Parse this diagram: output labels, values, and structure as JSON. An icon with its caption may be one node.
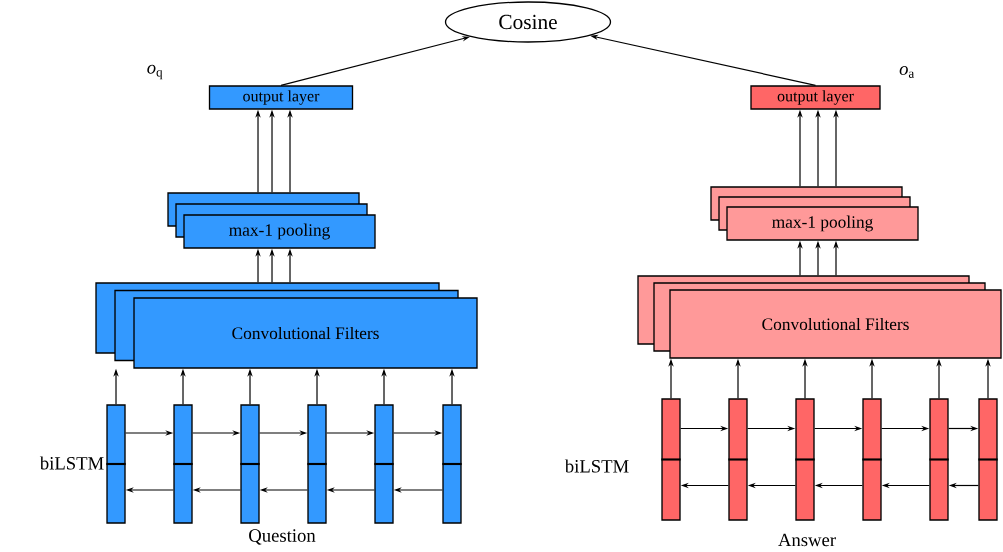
{
  "diagram": {
    "nodes": [
      {
        "text": [
          "Cosine"
        ]
      },
      {
        "text": [
          "output layer"
        ]
      },
      {
        "text": [
          "max-1 pooling"
        ]
      },
      {
        "text": [
          "Convolutional Filters"
        ]
      },
      {
        "text": [],
        "shape": "bar"
      },
      {
        "text": [],
        "shape": "bar"
      },
      {
        "text": [],
        "shape": "bar"
      },
      {
        "text": [],
        "shape": "bar"
      },
      {
        "text": [],
        "shape": "bar"
      },
      {
        "text": [],
        "shape": "bar"
      },
      {
        "text": [
          "output layer"
        ]
      },
      {
        "text": [
          "max-1 pooling"
        ]
      },
      {
        "text": [
          "Convolutional Filters"
        ]
      },
      {
        "text": [],
        "shape": "bar"
      },
      {
        "text": [],
        "shape": "bar"
      },
      {
        "text": [],
        "shape": "bar"
      },
      {
        "text": [],
        "shape": "bar"
      },
      {
        "text": [],
        "shape": "bar"
      },
      {
        "text": [],
        "shape": "bar"
      }
    ],
    "edges": [
      {
        "from": 1,
        "to": 0,
        "arrow": "to"
      },
      {
        "from": 10,
        "to": 0,
        "arrow": "to"
      },
      {
        "from": 2,
        "to": 1,
        "arrow": "to"
      },
      {
        "from": 2,
        "to": 1,
        "arrow": "to"
      },
      {
        "from": 2,
        "to": 1,
        "arrow": "to"
      },
      {
        "from": 3,
        "to": 2,
        "arrow": "to"
      },
      {
        "from": 3,
        "to": 2,
        "arrow": "to"
      },
      {
        "from": 3,
        "to": 2,
        "arrow": "to"
      },
      {
        "from": 4,
        "to": 3,
        "arrow": "to"
      },
      {
        "from": 5,
        "to": 3,
        "arrow": "to"
      },
      {
        "from": 6,
        "to": 3,
        "arrow": "to"
      },
      {
        "from": 7,
        "to": 3,
        "arrow": "to"
      },
      {
        "from": 8,
        "to": 3,
        "arrow": "to"
      },
      {
        "from": 9,
        "to": 3,
        "arrow": "to"
      },
      {
        "from": 4,
        "to": 5,
        "arrow": "to"
      },
      {
        "from": 5,
        "to": 6,
        "arrow": "to"
      },
      {
        "from": 6,
        "to": 7,
        "arrow": "to"
      },
      {
        "from": 7,
        "to": 8,
        "arrow": "to"
      },
      {
        "from": 8,
        "to": 9,
        "arrow": "to"
      },
      {
        "from": 5,
        "to": 4,
        "arrow": "to"
      },
      {
        "from": 6,
        "to": 5,
        "arrow": "to"
      },
      {
        "from": 7,
        "to": 6,
        "arrow": "to"
      },
      {
        "from": 8,
        "to": 7,
        "arrow": "to"
      },
      {
        "from": 9,
        "to": 8,
        "arrow": "to"
      },
      {
        "from": 11,
        "to": 10,
        "arrow": "to"
      },
      {
        "from": 11,
        "to": 10,
        "arrow": "to"
      },
      {
        "from": 11,
        "to": 10,
        "arrow": "to"
      },
      {
        "from": 12,
        "to": 11,
        "arrow": "to"
      },
      {
        "from": 12,
        "to": 11,
        "arrow": "to"
      },
      {
        "from": 12,
        "to": 11,
        "arrow": "to"
      },
      {
        "from": 13,
        "to": 12,
        "arrow": "to"
      },
      {
        "from": 14,
        "to": 12,
        "arrow": "to"
      },
      {
        "from": 15,
        "to": 12,
        "arrow": "to"
      },
      {
        "from": 16,
        "to": 12,
        "arrow": "to"
      },
      {
        "from": 17,
        "to": 12,
        "arrow": "to"
      },
      {
        "from": 18,
        "to": 12,
        "arrow": "to"
      },
      {
        "from": 13,
        "to": 14,
        "arrow": "to"
      },
      {
        "from": 14,
        "to": 15,
        "arrow": "to"
      },
      {
        "from": 15,
        "to": 16,
        "arrow": "to"
      },
      {
        "from": 16,
        "to": 17,
        "arrow": "to"
      },
      {
        "from": 17,
        "to": 18,
        "arrow": "to"
      },
      {
        "from": 14,
        "to": 13,
        "arrow": "to"
      },
      {
        "from": 15,
        "to": 14,
        "arrow": "to"
      },
      {
        "from": 16,
        "to": 15,
        "arrow": "to"
      },
      {
        "from": 17,
        "to": 16,
        "arrow": "to"
      },
      {
        "from": 18,
        "to": 17,
        "arrow": "to"
      }
    ],
    "labels": [
      "*o*$_{q}$",
      "*o*$_{a}$",
      "biLSTM",
      "biLSTM",
      "Question",
      "Answer"
    ]
  }
}
